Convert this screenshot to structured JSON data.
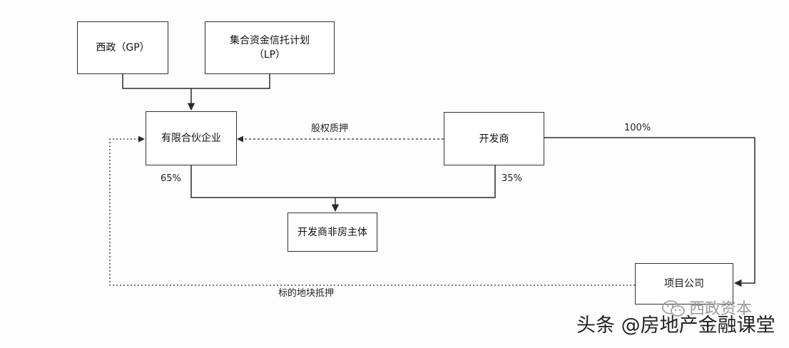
{
  "nodes": {
    "gp": "西政（GP）",
    "lp": "集合资金信托计划\n（LP）",
    "lp_partnership": "有限合伙企业",
    "developer": "开发商",
    "developer_non_real_estate_entity": "开发商非房主体",
    "project_company": "项目公司"
  },
  "edge_labels": {
    "equity_pledge": "股权质押",
    "pct_partnership": "65%",
    "pct_developer": "35%",
    "pct_project": "100%",
    "land_mortgage": "标的地块抵押"
  },
  "watermark": {
    "line_1": "西政资本",
    "line_2": "头条 @房地产金融课堂"
  },
  "colors": {
    "line": "#2b2b2b",
    "box_border": "#333333",
    "background": "#fdfdfd"
  }
}
